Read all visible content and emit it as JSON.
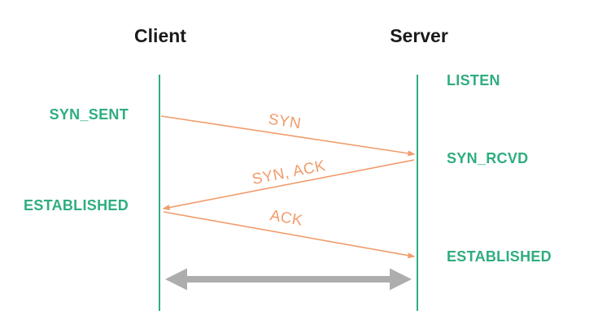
{
  "colors": {
    "green": "#2fad7f",
    "orange": "#f19c6b",
    "gray": "#adadad",
    "ink": "#1b1b1d",
    "bg": "#ffffff"
  },
  "diagram": {
    "type": "tcp-three-way-handshake-sequence",
    "participants": [
      {
        "name": "Client"
      },
      {
        "name": "Server"
      }
    ],
    "states": {
      "client": [
        {
          "label": "SYN_SENT"
        },
        {
          "label": "ESTABLISHED"
        }
      ],
      "server": [
        {
          "label": "LISTEN"
        },
        {
          "label": "SYN_RCVD"
        },
        {
          "label": "ESTABLISHED"
        }
      ]
    },
    "messages": [
      {
        "label": "SYN",
        "from": "Client",
        "to": "Server"
      },
      {
        "label": "SYN, ACK",
        "from": "Server",
        "to": "Client"
      },
      {
        "label": "ACK",
        "from": "Client",
        "to": "Server"
      }
    ],
    "icons": {
      "transfer_arrow": "left-right-double-headed-arrow"
    }
  }
}
